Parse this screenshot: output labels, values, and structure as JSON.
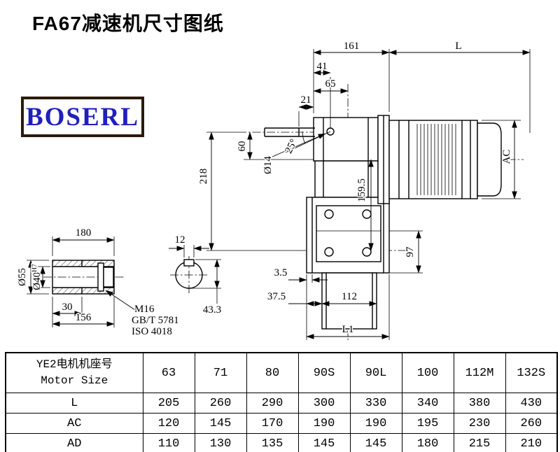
{
  "title": "FA67减速机尺寸图纸",
  "logo": {
    "text": "BOSERL"
  },
  "drawing": {
    "labels": {
      "d161": "161",
      "dL": "L",
      "d41": "41",
      "d65": "65",
      "d21": "21",
      "d60": "60",
      "d218": "218",
      "d14": "Ø14",
      "d25": "25°",
      "d1595": "159.5",
      "dAC": "AC",
      "d97": "97",
      "d35": "3.5",
      "d375": "37.5",
      "d112": "112",
      "dL1": "L1",
      "d180": "180",
      "d12": "12",
      "d55": "Ø55",
      "d40": "Ø40",
      "d40sup": "H7",
      "d30": "30",
      "d156": "156",
      "d433": "43.3",
      "m16": "M16",
      "gbt": "GB/T 5781",
      "iso": "ISO 4018"
    }
  },
  "table": {
    "header": {
      "line1": "YE2电机机座号",
      "line2": "Motor Size"
    },
    "columns": [
      "63",
      "71",
      "80",
      "90S",
      "90L",
      "100",
      "112M",
      "132S"
    ],
    "rows": [
      {
        "label": "L",
        "values": [
          "205",
          "260",
          "290",
          "300",
          "330",
          "340",
          "380",
          "430"
        ]
      },
      {
        "label": "AC",
        "values": [
          "120",
          "145",
          "170",
          "190",
          "190",
          "195",
          "230",
          "260"
        ]
      },
      {
        "label": "AD",
        "values": [
          "110",
          "130",
          "135",
          "145",
          "145",
          "180",
          "215",
          "210"
        ]
      }
    ]
  }
}
